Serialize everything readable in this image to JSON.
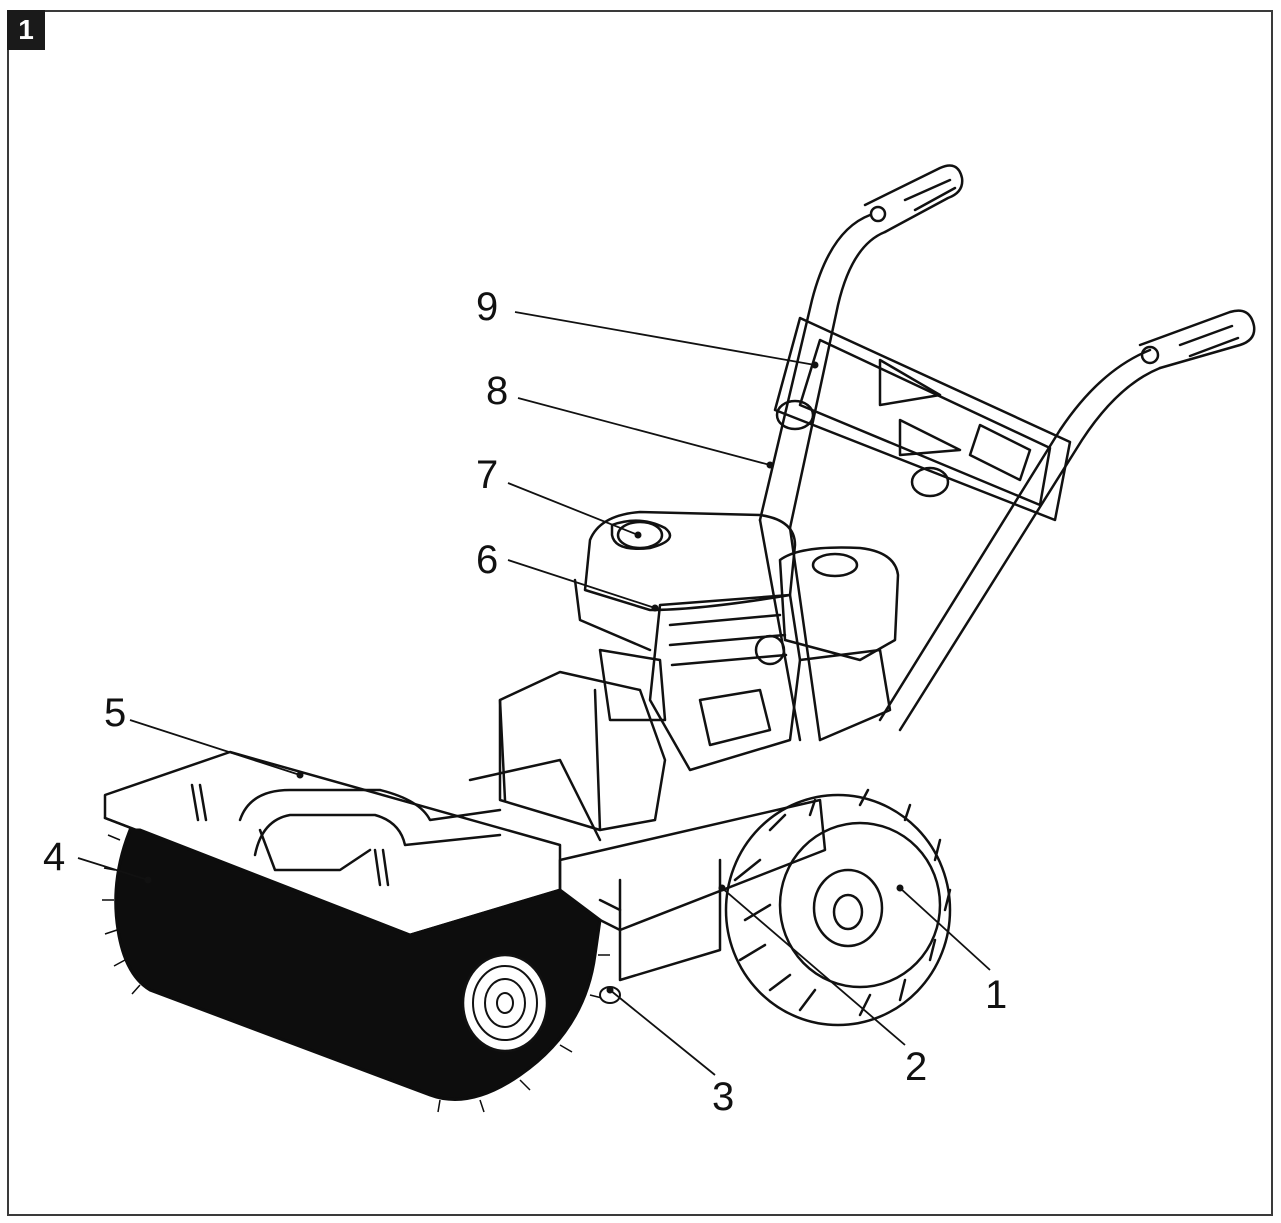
{
  "figure": {
    "badge": "1"
  },
  "callouts": [
    {
      "id": "1",
      "label": "1"
    },
    {
      "id": "2",
      "label": "2"
    },
    {
      "id": "3",
      "label": "3"
    },
    {
      "id": "4",
      "label": "4"
    },
    {
      "id": "5",
      "label": "5"
    },
    {
      "id": "6",
      "label": "6"
    },
    {
      "id": "7",
      "label": "7"
    },
    {
      "id": "8",
      "label": "8"
    },
    {
      "id": "9",
      "label": "9"
    }
  ],
  "colors": {
    "ink": "#111111",
    "frame": "#3a3a3a",
    "brush": "#0d0d0d",
    "background": "#ffffff"
  },
  "icons": {
    "illustration": "power-sweeper-line-drawing-icon"
  }
}
